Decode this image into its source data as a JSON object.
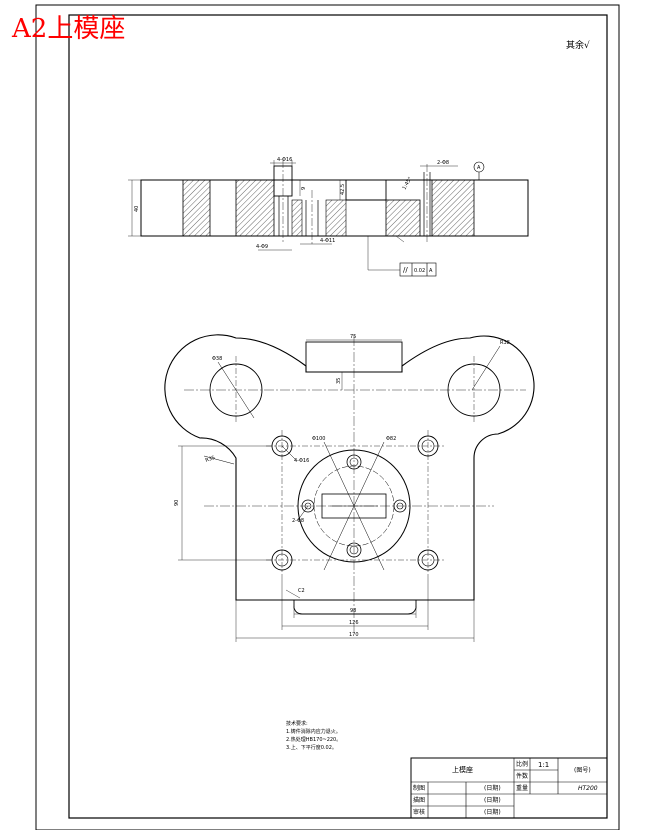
{
  "sheet": {
    "title": "A2上模座",
    "roughness_note": "其余√"
  },
  "annotations": {
    "counterbore": "4-Φ16",
    "depth_top": "9",
    "depth_mid": "42.5",
    "height": "40",
    "bore_left": "4-Φ9",
    "bore_mid": "4-Φ11",
    "pin_holes": "2-Φ8",
    "datum_label": "A",
    "chamfer": "1:45°",
    "tolerance_symbol": "//",
    "tolerance_value": "0.02",
    "tolerance_datum": "A",
    "slot_width": "75",
    "slot_depth": "35",
    "ear_radius": "R38",
    "ear_radius_left": "Φ38",
    "fillet": "R35",
    "outer_dia": "Φ100",
    "pcd": "Φ82",
    "bolt_holes": "4-Φ16",
    "pin_holes_plan": "2-Φ8",
    "vertical_dim": "90",
    "chamfer_plan": "C2",
    "dim_bottom_1": "98",
    "dim_bottom_2": "126",
    "dim_bottom_3": "170"
  },
  "tech_notes": {
    "heading": "技术要求:",
    "lines": [
      "1.铸件消除内应力退火。",
      "2.热处理HB170~220。",
      "3.上、下平行度0.02。"
    ]
  },
  "title_block": {
    "part_name": "上模座",
    "scale_label": "比例",
    "scale_value": "1:1",
    "count_label": "件数",
    "drawing_no": "(图号)",
    "weight_label": "重量",
    "material": "HT200",
    "rows": [
      {
        "role": "制图",
        "date": "(日期)"
      },
      {
        "role": "描图",
        "date": "(日期)"
      },
      {
        "role": "审核",
        "date": "(日期)"
      }
    ]
  }
}
